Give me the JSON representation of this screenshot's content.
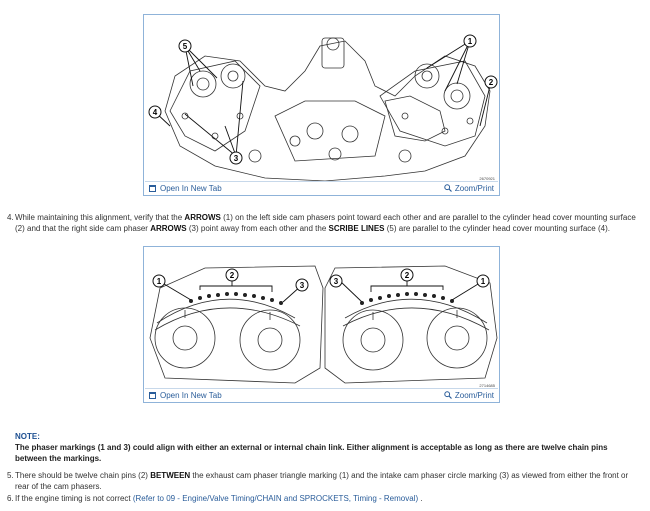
{
  "figures": [
    {
      "open_label": "Open In New Tab",
      "zoom_label": "Zoom/Print",
      "figure_id": "2670921",
      "callouts": [
        "5",
        "1",
        "2",
        "4",
        "3"
      ]
    },
    {
      "open_label": "Open In New Tab",
      "zoom_label": "Zoom/Print",
      "figure_id": "2714685",
      "callouts": [
        "1",
        "2",
        "3",
        "3",
        "2",
        "1"
      ]
    }
  ],
  "step4": {
    "num": "4.",
    "t1": "While maintaining this alignment, verify that the ",
    "b1": "ARROWS",
    "t2": " (1) on the left side cam phasers point toward each other and are parallel to the cylinder head cover mounting surface",
    "t3": "(2) and that the right side cam phaser ",
    "b2": "ARROWS",
    "t4": " (3) point away from each other and the ",
    "b3": "SCRIBE LINES",
    "t5": " (5) are parallel to the cylinder head cover mounting surface (4)."
  },
  "note": {
    "title": "NOTE:",
    "text": "The phaser markings (1 and 3) could align with either an external or internal chain link. Either alignment is acceptable as long as there are twelve chain pins between the markings."
  },
  "step5": {
    "num": "5.",
    "t1": "There should be twelve chain pins (2) ",
    "b1": "BETWEEN",
    "t2": " the exhaust cam phaser triangle marking (1) and the intake cam phaser circle marking (3) as viewed from either the front or",
    "t3": "rear of the cam phasers."
  },
  "step6": {
    "num": "6.",
    "t1": "If the engine timing is not correct ",
    "link": "(Refer to 09 - Engine/Valve Timing/CHAIN and SPROCKETS, Timing - Removal)",
    "t2": " ."
  }
}
